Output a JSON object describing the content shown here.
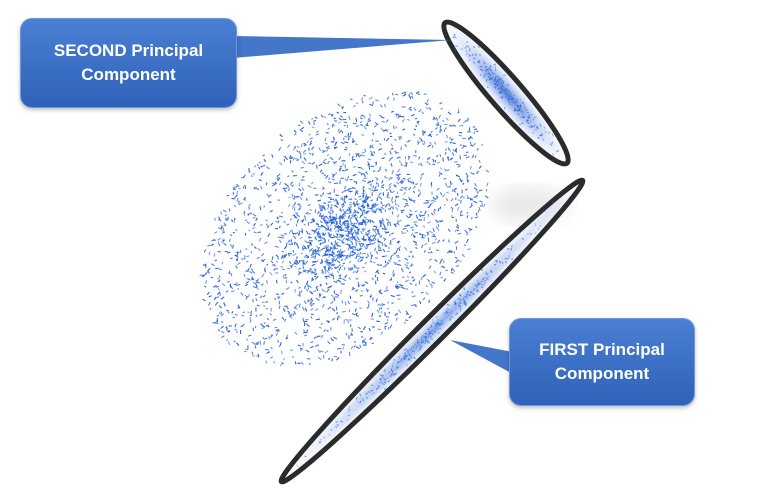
{
  "callouts": {
    "second": {
      "line1": "SECOND Principal",
      "line2": "Component"
    },
    "first": {
      "line1": "FIRST Principal",
      "line2": "Component"
    }
  },
  "colors": {
    "points": "#1f5fd6",
    "ellipse_stroke": "#2b2b2b",
    "callout_fill": "#3a6fc6"
  }
}
